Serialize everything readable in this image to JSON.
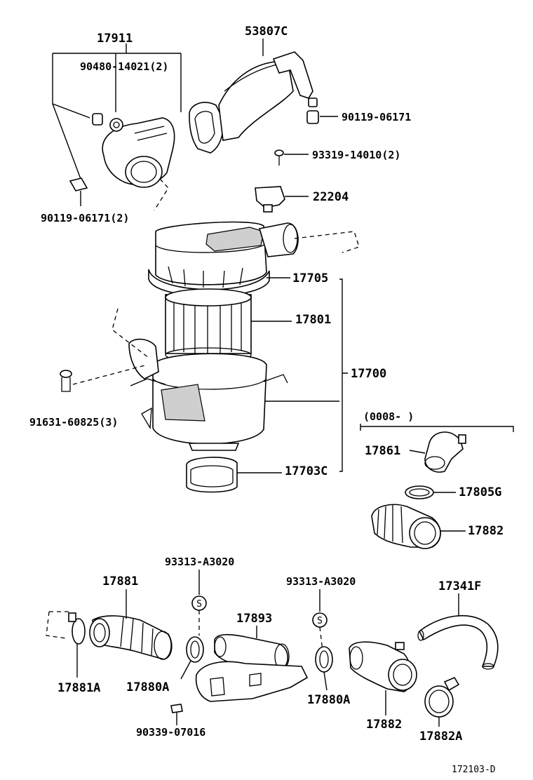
{
  "labels": {
    "p17911": "17911",
    "p90480": "90480-14021(2)",
    "p53807c": "53807C",
    "p90119a": "90119-06171",
    "p93319": "93319-14010(2)",
    "p22204": "22204",
    "p90119b": "90119-06171(2)",
    "p17705": "17705",
    "p17801": "17801",
    "p17700": "17700",
    "p91631": "91631-60825(3)",
    "p17703c": "17703C",
    "range": "(0008-      )",
    "p17861": "17861",
    "p17805g": "17805G",
    "p17882top": "17882",
    "p93313a": "93313-A3020",
    "p93313b": "93313-A3020",
    "p17881": "17881",
    "p17893": "17893",
    "p17341f": "17341F",
    "p17881a": "17881A",
    "p17880a_l": "17880A",
    "p17880a_r": "17880A",
    "p17882bot": "17882",
    "p17882a": "17882A",
    "p90339": "90339-07016",
    "s_mark_a": "S",
    "s_mark_b": "S",
    "ref": "172103-D"
  }
}
